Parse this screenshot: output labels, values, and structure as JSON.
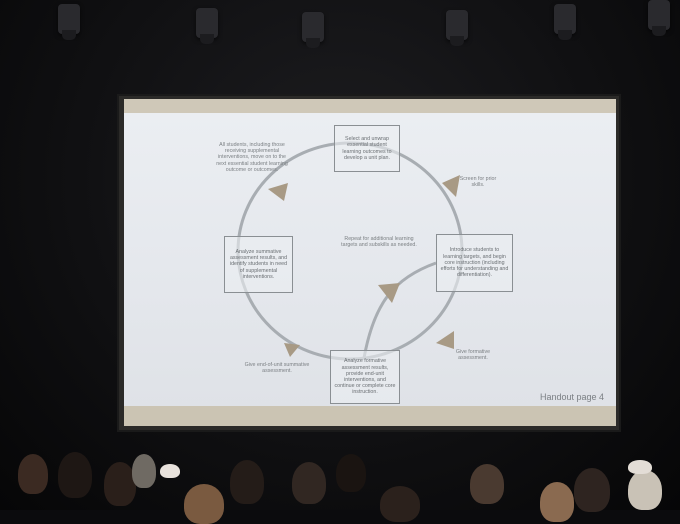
{
  "slide": {
    "boxes": {
      "top": "Select and unwrap essential student learning outcomes to develop a unit plan.",
      "right": "Introduce students to learning targets, and begin core instruction (including efforts for understanding and differentiation).",
      "bottom": "Analyze formative assessment results, provide end-unit interventions, and continue or complete core instruction.",
      "left": "Analyze summative assessment results, and identify students in need of supplemental interventions."
    },
    "notes": {
      "top_left": "All students, including those receiving supplemental interventions, move on to the next essential student learning outcome or outcomes.",
      "top_right": "Screen for prior skills.",
      "center": "Repeat for additional learning targets and subskills as needed.",
      "bottom_right": "Give formative assessment.",
      "bottom_left": "Give end-of-unit summative assessment."
    },
    "footer": "Handout page  4"
  },
  "colors": {
    "slide_background": "#e6e9ee",
    "cycle_line": "#a8adb2",
    "arrow": "#a89a85",
    "screen_border": "#cfc8b8"
  }
}
